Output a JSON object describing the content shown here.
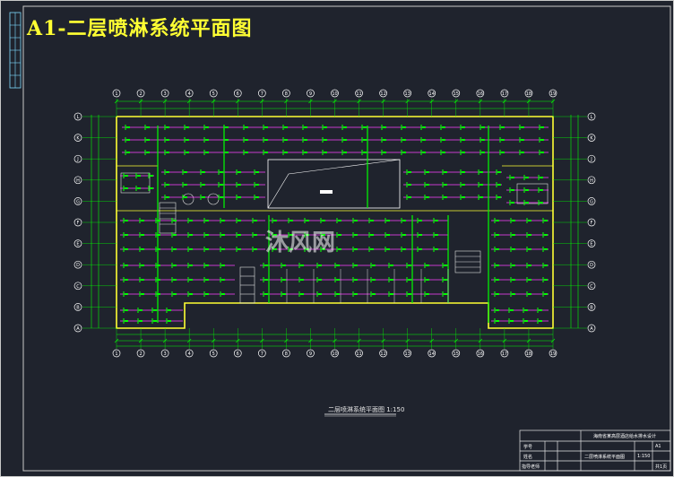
{
  "drawing": {
    "title": "A1-二层喷淋系统平面图",
    "subtitle": "二层喷淋系统平面图 1:150",
    "watermark": "沐风网",
    "colors": {
      "background": "#1f232d",
      "border": "#c8c8c8",
      "wall": "#ffff33",
      "pipe": "#00ff00",
      "pipe_secondary": "#ff44ff",
      "axis": "#ffffff",
      "dimension": "#00ff00"
    }
  },
  "axes": {
    "columns": [
      "1",
      "2",
      "3",
      "4",
      "5",
      "6",
      "7",
      "8",
      "9",
      "10",
      "11",
      "12",
      "13",
      "14",
      "15",
      "16",
      "17",
      "18",
      "19"
    ],
    "rows": [
      "A",
      "B",
      "C",
      "D",
      "E",
      "F",
      "G",
      "H",
      "J",
      "K",
      "L"
    ]
  },
  "title_block": {
    "school": "海南省某高层酒店给水排水设计",
    "row_labels": [
      "学号",
      "姓名",
      "指导老师"
    ],
    "row_values": [
      "",
      "",
      ""
    ],
    "drawing_name": "二层喷淋系统平面图",
    "scale": "1:150",
    "sheet": "A1",
    "page": "共1页"
  }
}
